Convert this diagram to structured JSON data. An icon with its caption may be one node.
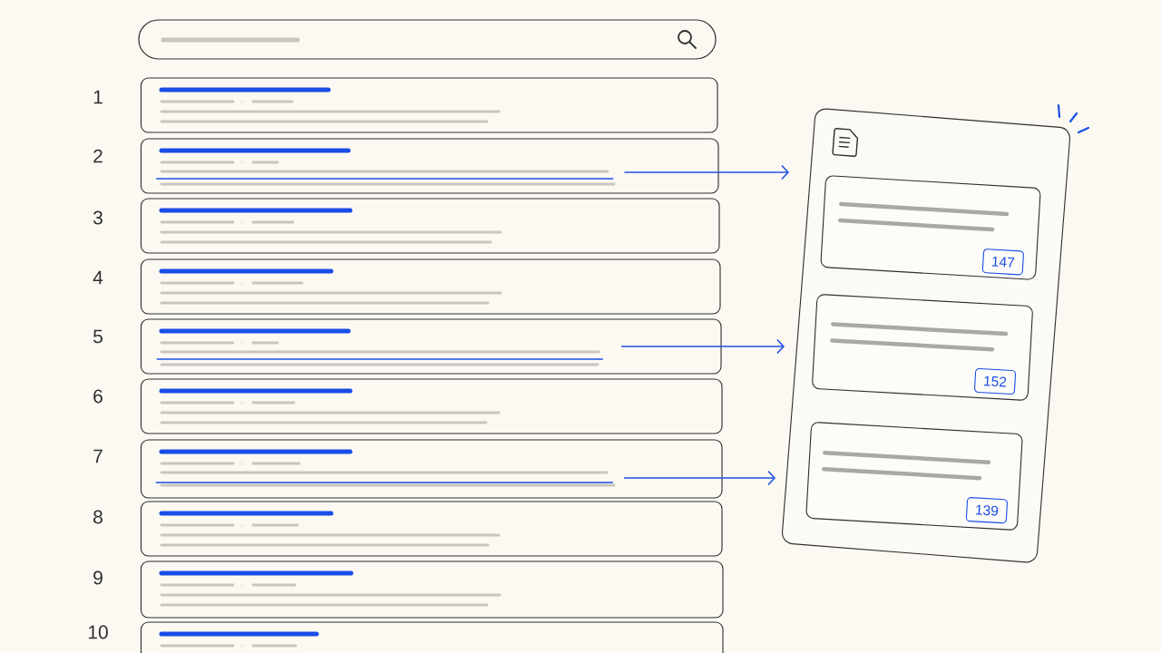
{
  "diagram": {
    "nodes": [
      {
        "text": [],
        "shape": "box",
        "beside": [
          "1"
        ]
      },
      {
        "text": [],
        "shape": "box",
        "beside": [
          "2"
        ]
      },
      {
        "text": [],
        "shape": "line",
        "in": 1
      },
      {
        "text": [],
        "shape": "box",
        "beside": [
          "3"
        ]
      },
      {
        "text": [],
        "shape": "box",
        "beside": [
          "4"
        ]
      },
      {
        "text": [],
        "shape": "box",
        "beside": [
          "5"
        ]
      },
      {
        "text": [],
        "shape": "line",
        "in": 5
      },
      {
        "text": [],
        "shape": "box",
        "beside": [
          "6"
        ]
      },
      {
        "text": [],
        "shape": "box",
        "beside": [
          "7"
        ]
      },
      {
        "text": [],
        "shape": "line",
        "in": 8
      },
      {
        "text": [],
        "shape": "box",
        "beside": [
          "8"
        ]
      },
      {
        "text": [],
        "shape": "box",
        "beside": [
          "9"
        ]
      },
      {
        "text": [],
        "shape": "box",
        "beside": [
          "10"
        ]
      },
      {
        "text": [],
        "shape": "box"
      },
      {
        "text": [
          "147"
        ],
        "in": 13
      },
      {
        "text": [
          "152"
        ],
        "in": 13
      },
      {
        "text": [
          "139"
        ],
        "in": 13
      }
    ],
    "edges": [
      {
        "from": 2,
        "to": 13,
        "arrow": "to"
      },
      {
        "from": 6,
        "to": 13,
        "arrow": "to"
      },
      {
        "from": 9,
        "to": 13,
        "arrow": "to"
      }
    ]
  }
}
